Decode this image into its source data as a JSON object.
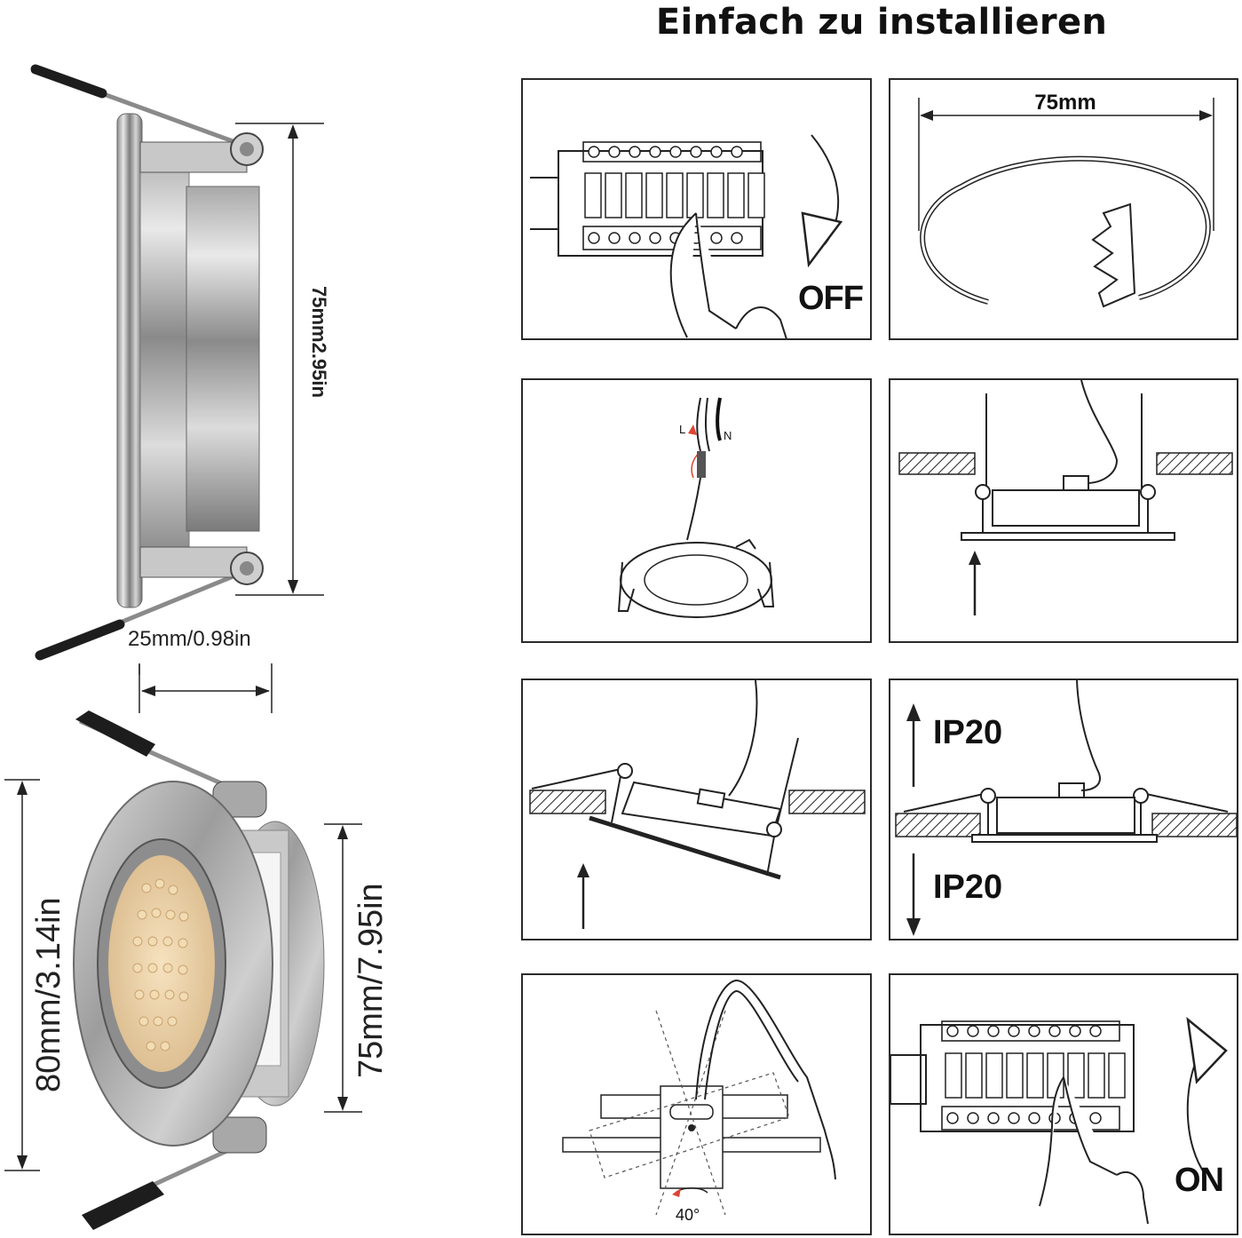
{
  "title": "Einfach zu installieren",
  "dimensions": {
    "side_height": "75mm2.95in",
    "side_width": "25mm/0.98in",
    "front_outer": "80mm/3.14in",
    "front_cutout": "75mm/7.95in"
  },
  "steps": {
    "off_label": "OFF",
    "cutout_label": "75mm",
    "wire_l": "L",
    "wire_n": "N",
    "ip_top": "IP20",
    "ip_bottom": "IP20",
    "tilt_angle": "40°",
    "on_label": "ON"
  },
  "colors": {
    "line": "#222222",
    "metal": "#9c9c9c",
    "clip_black": "#1d1d1d"
  }
}
